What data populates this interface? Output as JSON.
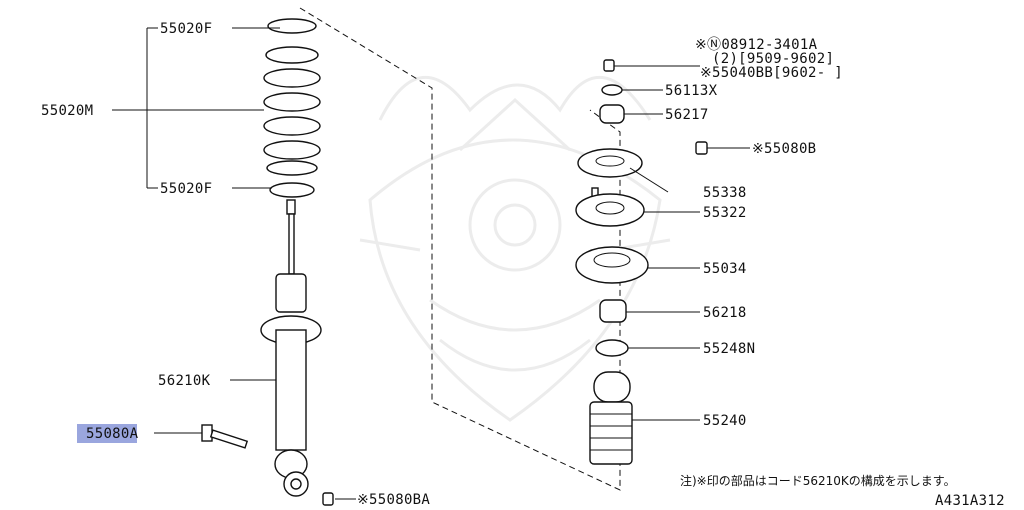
{
  "diagram": {
    "labels": {
      "p55020F_top": "55020F",
      "p55020M": "55020M",
      "p55020F_bottom": "55020F",
      "p56210K": "56210K",
      "p55080A": "55080A",
      "p55080BA": "※55080BA",
      "p08912_l1": "※Ⓝ08912-3401A",
      "p08912_l2": "(2)[9509-9602]",
      "p55040BB": "※55040BB[9602-     ]",
      "p56113X": "56113X",
      "p56217": "56217",
      "p55080B": "※55080B",
      "p55338": "55338",
      "p55322": "55322",
      "p55034": "55034",
      "p56218": "56218",
      "p55248N": "55248N",
      "p55240": "55240"
    },
    "note": "注)※印の部品はコード56210Kの構成を示します。",
    "figure_code": "A431A312",
    "highlighted_part": "55080A",
    "highlight_color": "#9aa6de"
  }
}
